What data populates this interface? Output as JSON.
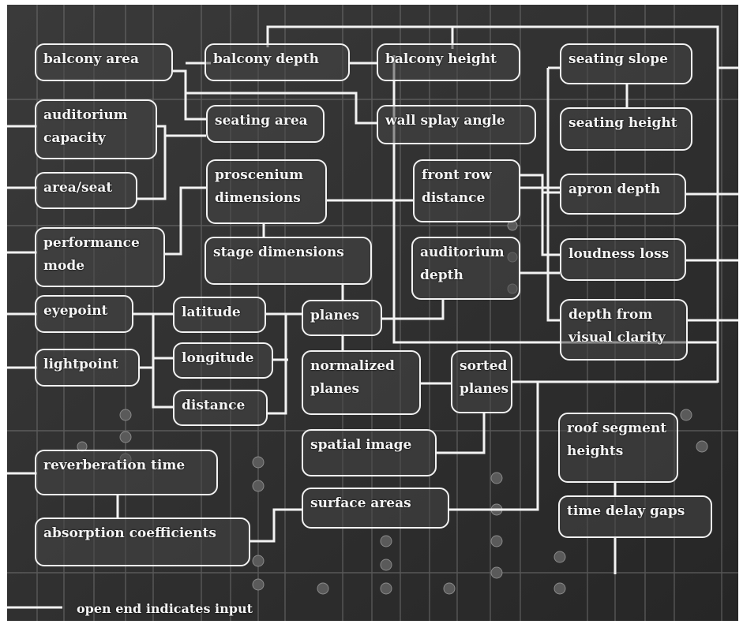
{
  "nodes": {
    "balcony_area": "balcony area",
    "balcony_depth": "balcony depth",
    "balcony_height": "balcony height",
    "seating_slope": "seating slope",
    "auditorium_capacity": "auditorium\ncapacity",
    "seating_area": "seating area",
    "wall_splay_angle": "wall splay angle",
    "seating_height": "seating height",
    "area_seat": "area/seat",
    "proscenium_dimensions": "proscenium\ndimensions",
    "front_row_distance": "front row\ndistance",
    "apron_depth": "apron depth",
    "performance_mode": "performance\nmode",
    "stage_dimensions": "stage dimensions",
    "auditorium_depth": "auditorium\ndepth",
    "loudness_loss": "loudness loss",
    "eyepoint": "eyepoint",
    "latitude": "latitude",
    "planes": "planes",
    "depth_visual_clarity": "depth from\nvisual clarity",
    "lightpoint": "lightpoint",
    "longitude": "longitude",
    "normalized_planes": "normalized\nplanes",
    "sorted_planes": "sorted\nplanes",
    "distance": "distance",
    "roof_segment_heights": "roof segment\nheights",
    "spatial_image": "spatial image",
    "reverberation_time": "reverberation time",
    "surface_areas": "surface areas",
    "time_delay_gaps": "time delay gaps",
    "absorption_coefficients": "absorption coefficients"
  },
  "legend": {
    "text": "open end indicates input"
  },
  "colors": {
    "background": "#2f2f2f",
    "line": "#f2f2f2",
    "text": "#f4f4f4"
  }
}
